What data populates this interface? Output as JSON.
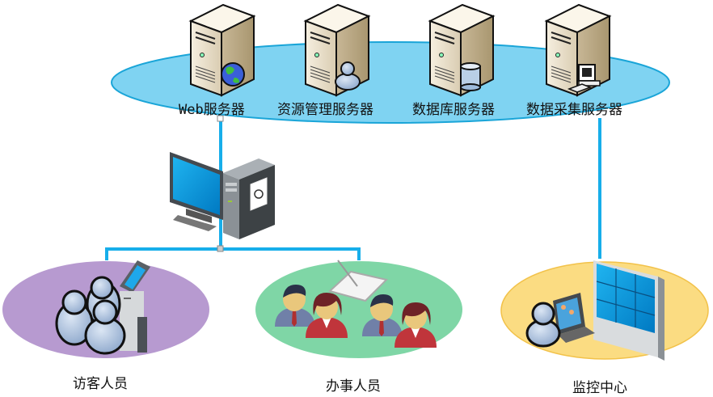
{
  "diagram": {
    "type": "network-topology",
    "server_cluster": {
      "servers": [
        {
          "label": "Web服务器",
          "badge_icon": "globe-icon"
        },
        {
          "label": "资源管理服务器",
          "badge_icon": "user-icon"
        },
        {
          "label": "数据库服务器",
          "badge_icon": "database-icon"
        },
        {
          "label": "数据采集服务器",
          "badge_icon": "workstation-icon"
        }
      ]
    },
    "hub": {
      "icon": "desktop-computer-icon"
    },
    "groups": [
      {
        "label": "访客人员",
        "icons": [
          "visitors-group-icon",
          "kiosk-terminal-icon"
        ]
      },
      {
        "label": "办事人员",
        "icons": [
          "business-people-icon",
          "tablet-pen-icon"
        ]
      },
      {
        "label": "监控中心",
        "icons": [
          "operator-laptop-icon",
          "video-wall-icon"
        ]
      }
    ],
    "colors": {
      "cluster_fill": "#7fd3f2",
      "cluster_stroke": "#1aa5d8",
      "link_line": "#17aeea",
      "visitors_fill": "#b79ad0",
      "staff_fill": "#7fd6a6",
      "monitor_fill": "#fbdc82",
      "monitor_stroke": "#f2c24a"
    }
  }
}
